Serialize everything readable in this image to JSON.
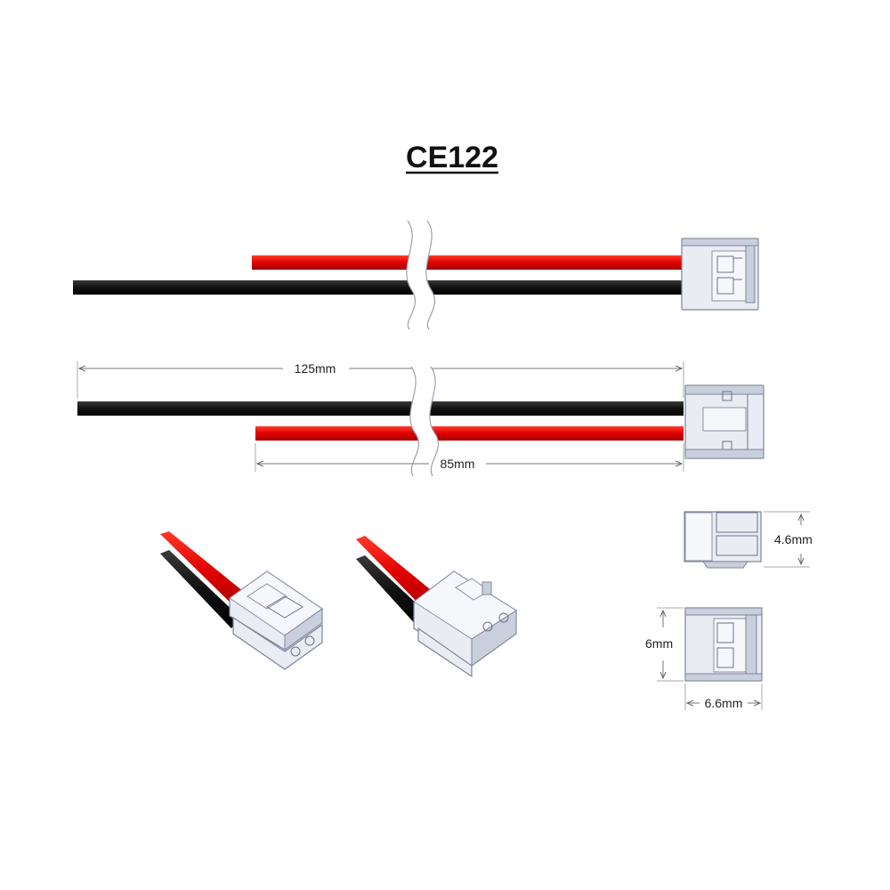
{
  "title": "CE122",
  "dimensions": {
    "total_length": "125mm",
    "red_length": "85mm",
    "height_side": "4.6mm",
    "height_front": "6mm",
    "width_front": "6.6mm"
  },
  "colors": {
    "red_wire": "#e00000",
    "black_wire": "#111111",
    "connector": "#e9ecf3"
  }
}
